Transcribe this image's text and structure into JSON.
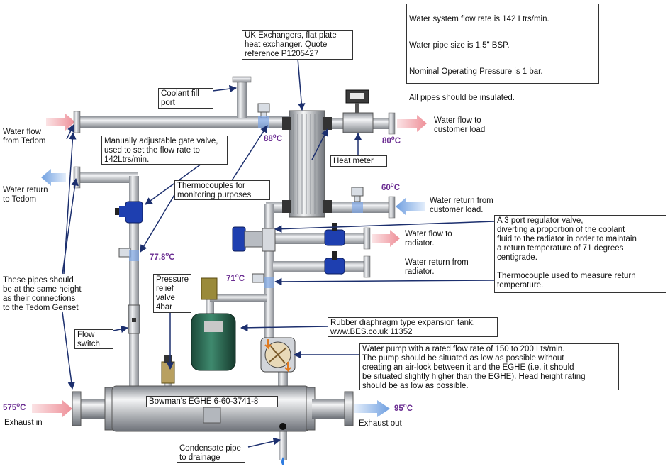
{
  "info_box": [
    "Water system flow rate is 142 Ltrs/min.",
    "Water pipe size is 1.5\" BSP.",
    "Nominal Operating Pressure is 1 bar.",
    "All pipes should be insulated."
  ],
  "callouts": {
    "heat_exchanger": "UK Exchangers, flat plate\nheat exchanger. Quote\nreference P1205427",
    "coolant_fill": "Coolant fill\nport",
    "gate_valve": "Manually adjustable gate valve,\nused to set the flow rate to\n142Ltrs/min.",
    "thermocouples": "Thermocouples for\nmonitoring purposes",
    "heat_meter": "Heat meter",
    "regulator": "A 3 port regulator valve,\ndiverting a proportion of the coolant\nfluid to the radiator in order to maintain\na return temperature of 71 degrees\ncentigrade.\n\nThermocouple used to measure return\ntemperature.",
    "pressure_relief": "Pressure\nrelief\nvalve\n4bar",
    "expansion_tank": "Rubber diaphragm type expansion tank.\nwww.BES.co.uk 11352",
    "flow_switch": "Flow\nswitch",
    "pump": "Water pump with a rated flow rate of 150 to 200 Lts/min.\nThe pump should be situated as low as possible without\ncreating an air-lock between it and the EGHE (i.e. it should\nbe situated slightly higher than the EGHE). Head height rating\nshould be as low as possible.",
    "egh": "Bowman's EGHE 6-60-3741-8",
    "condensate": "Condensate pipe\nto drainage"
  },
  "labels": {
    "water_flow_tedom": "Water flow\nfrom Tedom",
    "water_return_tedom": "Water return\nto Tedom",
    "same_height": "These pipes should\nbe at the same height\nas their connections\nto the Tedom Genset",
    "water_flow_customer": "Water flow to\ncustomer load",
    "water_return_customer": "Water return from\ncustomer load.",
    "water_flow_radiator": "Water flow to\nradiator.",
    "water_return_radiator": "Water return from\nradiator.",
    "exhaust_in": "Exhaust in",
    "exhaust_out": "Exhaust out"
  },
  "temperatures": {
    "t88": "88",
    "t80": "80",
    "t60": "60",
    "t77_8": "77.8",
    "t71": "71",
    "t575": "575",
    "t95": "95",
    "deg": "o",
    "unit": "C"
  },
  "colors": {
    "temp_text": "#6a2c91",
    "valve_blue": "#1e3fb0",
    "arrow_navy": "#1c2f6e",
    "pipe_grey": "#b8bcc2",
    "flow_pink": "#f2a7ad",
    "flow_blue": "#8fb4e6"
  }
}
